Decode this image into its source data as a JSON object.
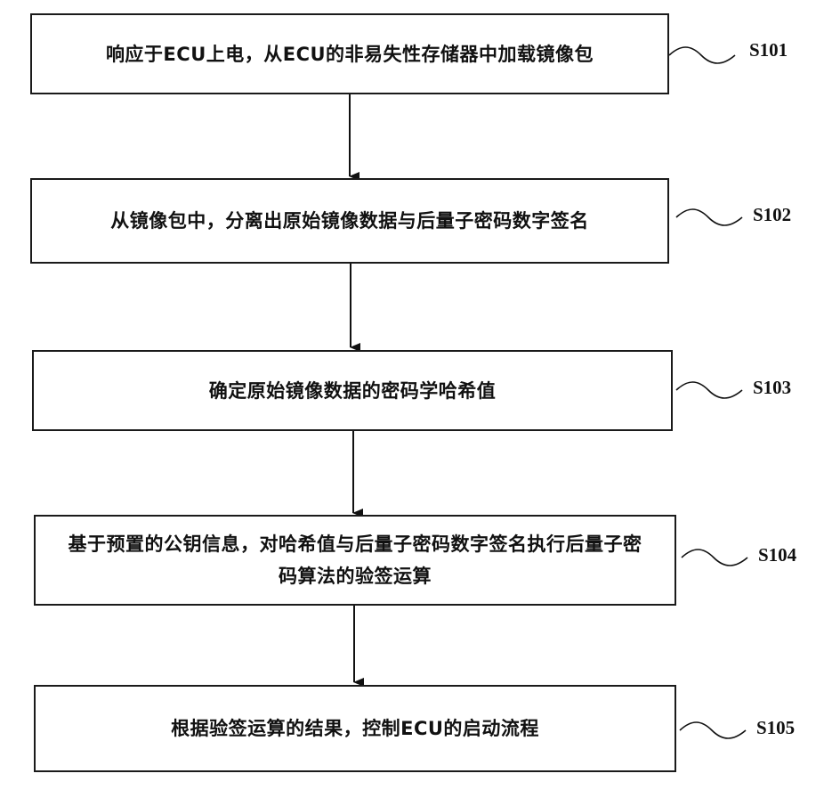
{
  "steps": [
    {
      "id": "S101",
      "text": "响应于ECU上电，从ECU的非易失性存储器中加载镜像包"
    },
    {
      "id": "S102",
      "text": "从镜像包中，分离出原始镜像数据与后量子密码数字签名"
    },
    {
      "id": "S103",
      "text": "确定原始镜像数据的密码学哈希值"
    },
    {
      "id": "S104",
      "text": "基于预置的公钥信息，对哈希值与后量子密码数字签名执行后量子密码算法的验签运算"
    },
    {
      "id": "S105",
      "text": "根据验签运算的结果，控制ECU的启动流程"
    }
  ]
}
